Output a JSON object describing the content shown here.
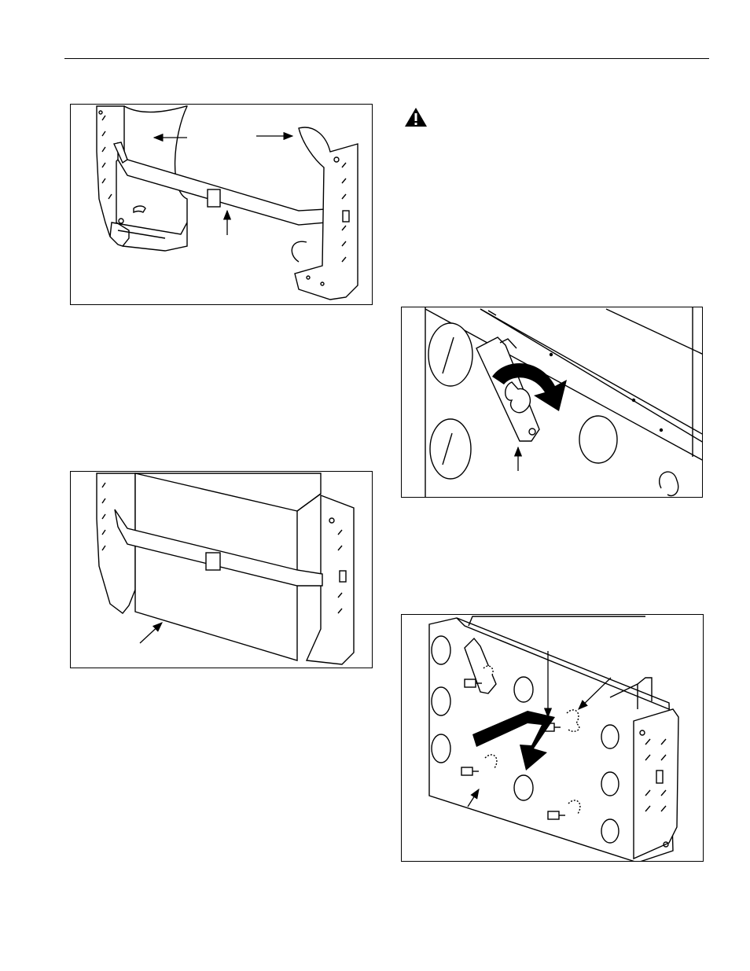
{
  "page": {
    "warning_icon": "warning-triangle-icon",
    "figures": [
      {
        "id": "fig1",
        "subject": "wall-bracket-with-strap"
      },
      {
        "id": "fig2",
        "subject": "box-held-by-strap"
      },
      {
        "id": "fig3",
        "subject": "latch-plate-rotation"
      },
      {
        "id": "fig4",
        "subject": "mounting-plate-on-studs"
      }
    ]
  },
  "colors": {
    "line": "#000000",
    "paper": "#ffffff",
    "shade": "#e6e6e6"
  }
}
